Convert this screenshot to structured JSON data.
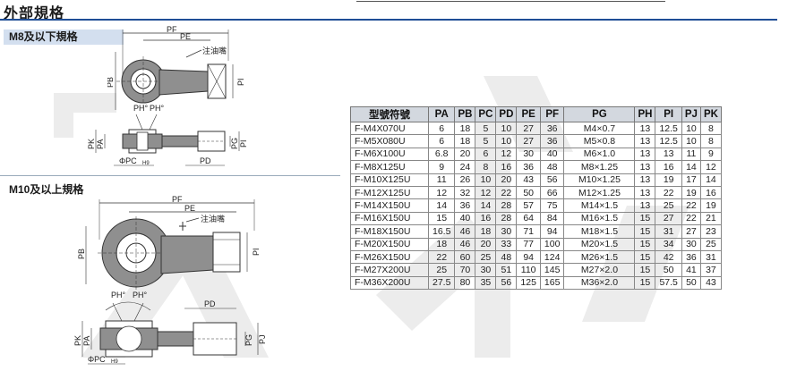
{
  "page_title": "外部規格",
  "section_small": "M8及以下規格",
  "section_large": "M10及以上規格",
  "diagram_labels": {
    "pf": "PF",
    "pe": "PE",
    "pb": "PB",
    "pi": "PI",
    "ph": "PH°",
    "pk": "PK",
    "pa": "PA",
    "pg": "PG",
    "pj": "PJ",
    "pd": "PD",
    "pc": "ΦPC",
    "pc_sub": "H9",
    "oil": "注油嘴"
  },
  "table": {
    "headers": [
      "型號符號",
      "PA",
      "PB",
      "PC",
      "PD",
      "PE",
      "PF",
      "PG",
      "PH",
      "PI",
      "PJ",
      "PK"
    ],
    "rows": [
      [
        "F-M4X070U",
        "6",
        "18",
        "5",
        "10",
        "27",
        "36",
        "M4×0.7",
        "13",
        "12.5",
        "10",
        "8"
      ],
      [
        "F-M5X080U",
        "6",
        "18",
        "5",
        "10",
        "27",
        "36",
        "M5×0.8",
        "13",
        "12.5",
        "10",
        "8"
      ],
      [
        "F-M6X100U",
        "6.8",
        "20",
        "6",
        "12",
        "30",
        "40",
        "M6×1.0",
        "13",
        "13",
        "11",
        "9"
      ],
      [
        "F-M8X125U",
        "9",
        "24",
        "8",
        "16",
        "36",
        "48",
        "M8×1.25",
        "13",
        "16",
        "14",
        "12"
      ],
      [
        "F-M10X125U",
        "11",
        "26",
        "10",
        "20",
        "43",
        "56",
        "M10×1.25",
        "13",
        "19",
        "17",
        "14"
      ],
      [
        "F-M12X125U",
        "12",
        "32",
        "12",
        "22",
        "50",
        "66",
        "M12×1.25",
        "13",
        "22",
        "19",
        "16"
      ],
      [
        "F-M14X150U",
        "14",
        "36",
        "14",
        "28",
        "57",
        "75",
        "M14×1.5",
        "13",
        "25",
        "22",
        "19"
      ],
      [
        "F-M16X150U",
        "15",
        "40",
        "16",
        "28",
        "64",
        "84",
        "M16×1.5",
        "15",
        "27",
        "22",
        "21"
      ],
      [
        "F-M18X150U",
        "16.5",
        "46",
        "18",
        "30",
        "71",
        "94",
        "M18×1.5",
        "15",
        "31",
        "27",
        "23"
      ],
      [
        "F-M20X150U",
        "18",
        "46",
        "20",
        "33",
        "77",
        "100",
        "M20×1.5",
        "15",
        "34",
        "30",
        "25"
      ],
      [
        "F-M26X150U",
        "22",
        "60",
        "25",
        "48",
        "94",
        "124",
        "M26×1.5",
        "15",
        "42",
        "36",
        "31"
      ],
      [
        "F-M27X200U",
        "25",
        "70",
        "30",
        "51",
        "110",
        "145",
        "M27×2.0",
        "15",
        "50",
        "41",
        "37"
      ],
      [
        "F-M36X200U",
        "27.5",
        "80",
        "35",
        "56",
        "125",
        "165",
        "M36×2.0",
        "15",
        "57.5",
        "50",
        "43"
      ]
    ]
  },
  "colors": {
    "accent_rule": "#1f4e96",
    "section_bg": "#d3dfef",
    "header_bg": "#d3d8df",
    "part_fill": "#8f8f8f",
    "watermark": "#ececec"
  }
}
